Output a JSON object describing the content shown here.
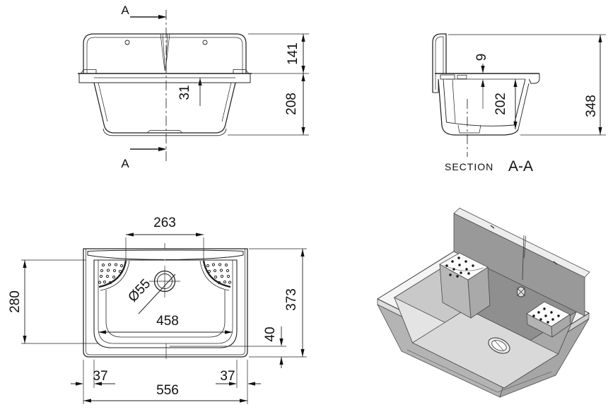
{
  "colors": {
    "drawing_lines": "#222222",
    "dark_band": "#1f1f1f",
    "iso_back_wall": "#8f8f8f",
    "iso_body_gray": "#b4b4b4",
    "background": "#ffffff"
  },
  "front_view": {
    "section_label_top": "A",
    "section_label_bottom": "A",
    "dim_backsplash_height": "141",
    "dim_basin_height": "208",
    "dim_rim_height": "31"
  },
  "section_view": {
    "title_word": "SECTION",
    "title_reference": "A-A",
    "dim_rim_lip": "9",
    "dim_inner_depth": "202",
    "dim_overall_height": "348"
  },
  "top_view": {
    "dim_center_span": "263",
    "dim_inner_depth": "280",
    "dim_overall_depth": "373",
    "dim_front_wall": "40",
    "dim_left_wall": "37",
    "dim_right_wall": "37",
    "dim_overall_width": "556",
    "dim_inner_width": "458",
    "dim_drain_diameter": "Ø55"
  }
}
